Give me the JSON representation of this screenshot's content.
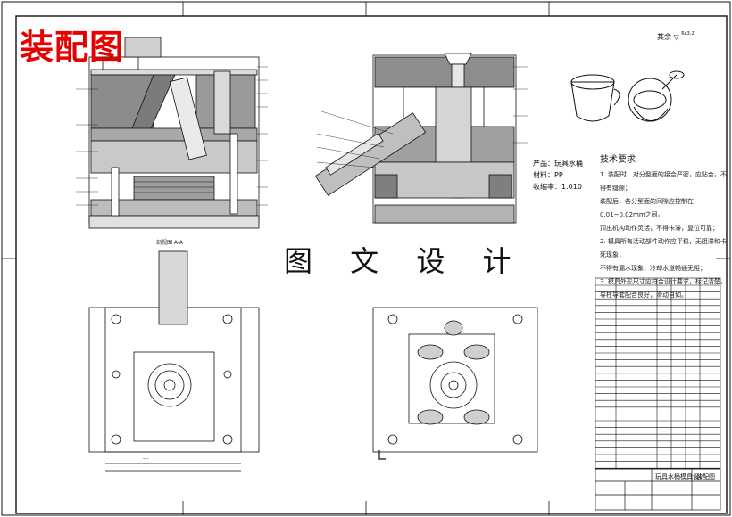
{
  "overlay_title": "装配图",
  "center_title": "图 文 设 计",
  "roughness": {
    "label": "其余",
    "value": "Ra3.2"
  },
  "product": {
    "name_label": "产品：",
    "name_value": "玩具水桶",
    "material_label": "材料：",
    "material_value": "PP",
    "shrink_label": "收缩率：",
    "shrink_value": "1.010"
  },
  "tech_requirements": {
    "heading": "技术要求",
    "lines": [
      "1. 装配时，对分型面的接合严密，应贴合，不得有缝隙；",
      "装配后，各分型面的间隙应控制在",
      "0.01~0.02mm之间。",
      "顶出机构动作灵活，不得卡滞，复位可靠；",
      "2. 模具所有活动部件动作应平稳，无阻滞和卡死现象，",
      "不得有漏水现象，冷却水道畅通无阻；",
      "3. 模具外形尺寸应符合设计要求，标记清楚，",
      "导柱导套配合良好，滑动自如。"
    ]
  },
  "view_captions": {
    "section_aa": "剖视图 A-A",
    "bottom_dims": "---"
  },
  "title_block": {
    "name": "玩具水桶模具设计",
    "doc": "装配图"
  },
  "colors": {
    "line": "#111111",
    "accent": "#e60000"
  }
}
